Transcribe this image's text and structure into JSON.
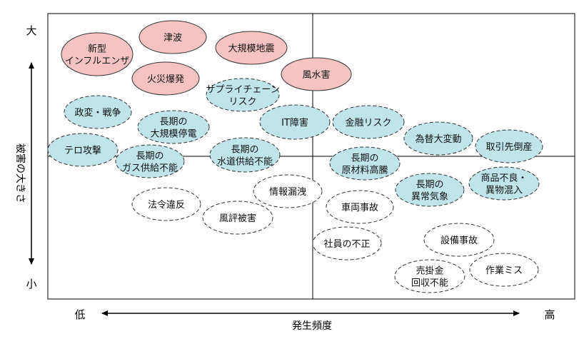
{
  "axes": {
    "y_title": "被害の大きさ",
    "y_high": "大",
    "y_low": "小",
    "x_title": "発生頻度",
    "x_low": "低",
    "x_high": "高"
  },
  "colors": {
    "high": "#f6c3c3",
    "medium": "#bfe4ea",
    "low": "#ffffff",
    "grid": "#000000"
  },
  "risks": [
    {
      "id": "shingata-influenza",
      "lines": [
        "新型",
        "インフルエンザ"
      ],
      "level": "high"
    },
    {
      "id": "tsunami",
      "lines": [
        "津波"
      ],
      "level": "high"
    },
    {
      "id": "daikibo-jishin",
      "lines": [
        "大規模地震"
      ],
      "level": "high"
    },
    {
      "id": "kasai-bakuhatsu",
      "lines": [
        "火災爆発"
      ],
      "level": "high"
    },
    {
      "id": "fusuigai",
      "lines": [
        "風水害"
      ],
      "level": "high"
    },
    {
      "id": "supply-chain",
      "lines": [
        "サプライチェーン",
        "リスク"
      ],
      "level": "medium"
    },
    {
      "id": "seihen-senso",
      "lines": [
        "政変・戦争"
      ],
      "level": "medium"
    },
    {
      "id": "daikibo-teiden",
      "lines": [
        "長期の",
        "大規模停電"
      ],
      "level": "medium"
    },
    {
      "id": "it-shogai",
      "lines": [
        "IT障害"
      ],
      "level": "medium"
    },
    {
      "id": "kinyu-risk",
      "lines": [
        "金融リスク"
      ],
      "level": "medium"
    },
    {
      "id": "kawase-daihendo",
      "lines": [
        "為替大変動"
      ],
      "level": "medium"
    },
    {
      "id": "torihikisaki-tosan",
      "lines": [
        "取引先倒産"
      ],
      "level": "medium"
    },
    {
      "id": "terror-kogeki",
      "lines": [
        "テロ攻撃"
      ],
      "level": "medium"
    },
    {
      "id": "gas-kyokyu-funo",
      "lines": [
        "長期の",
        "ガス供給不能"
      ],
      "level": "medium"
    },
    {
      "id": "suido-kyokyu-funo",
      "lines": [
        "長期の",
        "水道供給不能"
      ],
      "level": "medium"
    },
    {
      "id": "genzairyo-koto",
      "lines": [
        "長期の",
        "原材料高騰"
      ],
      "level": "medium"
    },
    {
      "id": "ijo-kisho",
      "lines": [
        "長期の",
        "異常気象"
      ],
      "level": "medium"
    },
    {
      "id": "shohin-furyo",
      "lines": [
        "商品不良・",
        "異物混入"
      ],
      "level": "medium"
    },
    {
      "id": "joho-roei",
      "lines": [
        "情報漏洩"
      ],
      "level": "low"
    },
    {
      "id": "horei-ihan",
      "lines": [
        "法令違反"
      ],
      "level": "low"
    },
    {
      "id": "fuhyo-higai",
      "lines": [
        "風評被害"
      ],
      "level": "low"
    },
    {
      "id": "sharyo-jiko",
      "lines": [
        "車両事故"
      ],
      "level": "low"
    },
    {
      "id": "shain-fusei",
      "lines": [
        "社員の不正"
      ],
      "level": "low"
    },
    {
      "id": "setsubi-jiko",
      "lines": [
        "設備事故"
      ],
      "level": "low"
    },
    {
      "id": "urikakekin",
      "lines": [
        "売掛金",
        "回収不能"
      ],
      "level": "low"
    },
    {
      "id": "sagyo-miss",
      "lines": [
        "作業ミス"
      ],
      "level": "low"
    }
  ]
}
